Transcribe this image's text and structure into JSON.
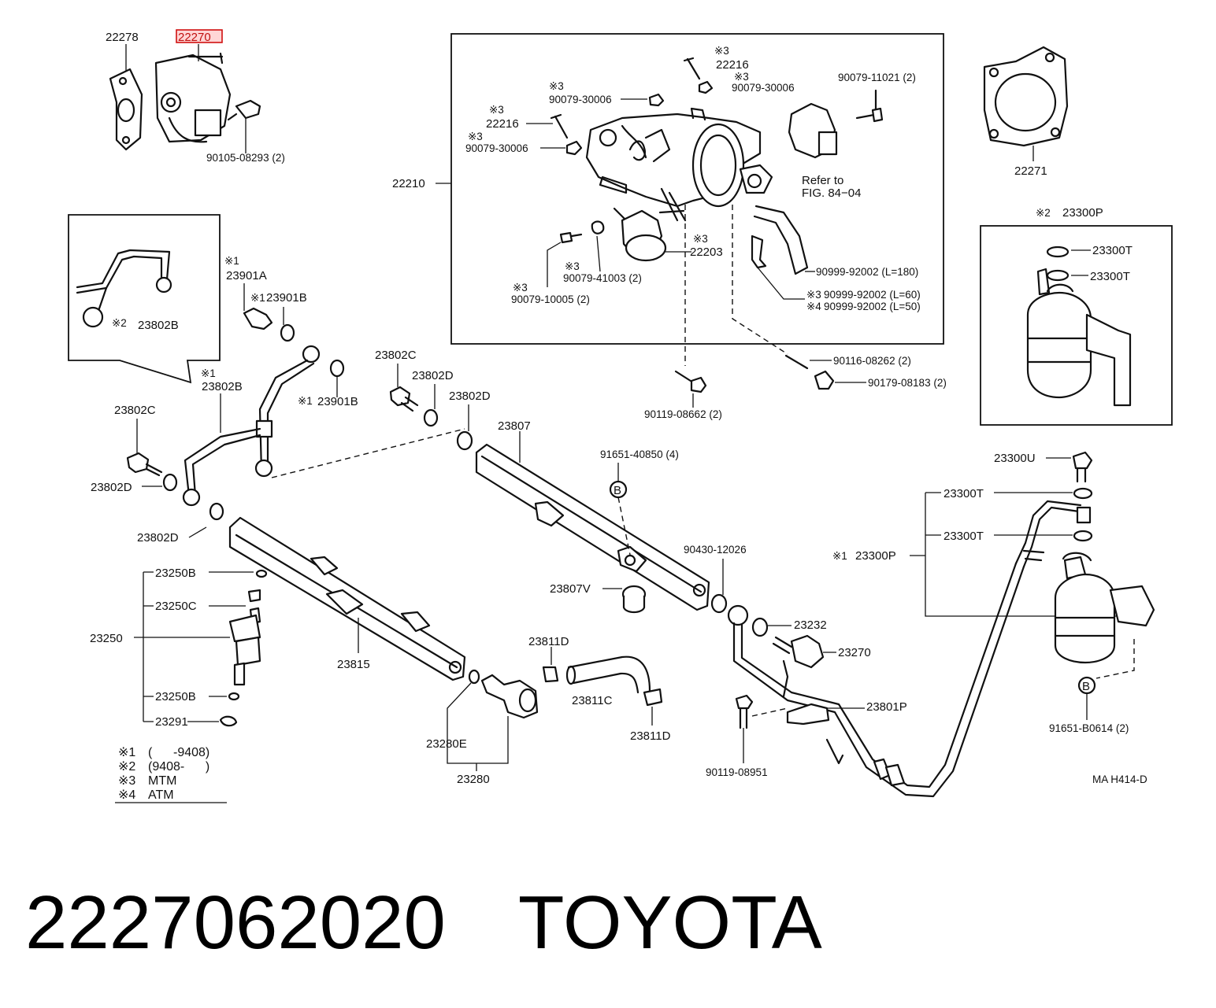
{
  "highlight_color": "#d01010",
  "labels": {
    "p22278": "22278",
    "p22270": "22270",
    "p90105": "90105-08293 (2)",
    "p22210": "22210",
    "p22216a": "22216",
    "p22216a_m": "※3",
    "p90079_30006a": "90079-30006",
    "p90079_30006a_m": "※3",
    "p90079_30006b": "90079-30006",
    "p90079_30006b_m": "※3",
    "p22216b": "22216",
    "p22216b_m": "※3",
    "p90079_30006c": "90079-30006",
    "p90079_30006c_m": "※3",
    "p90079_11021": "90079-11021 (2)",
    "p_refer": "Refer to",
    "p_fig": "FIG. 84−04",
    "p22271": "22271",
    "p22203": "22203",
    "p22203_m": "※3",
    "p90079_41003": "90079-41003 (2)",
    "p90079_41003_m": "※3",
    "p90079_10005": "90079-10005 (2)",
    "p90079_10005_m": "※3",
    "p90999_180": "90999-92002 (L=180)",
    "p90999_60": "90999-92002 (L=60)",
    "p90999_60_m": "※3",
    "p90999_50": "90999-92002 (L=50)",
    "p90999_50_m": "※4",
    "p90116": "90116-08262 (2)",
    "p90179": "90179-08183 (2)",
    "p90119_08662": "90119-08662 (2)",
    "p23300P_top": "23300P",
    "p23300P_top_m": "※2",
    "p23300T_a": "23300T",
    "p23300T_b": "23300T",
    "p23901A": "23901A",
    "p23901A_m": "※1",
    "p23901B_a": "23901B",
    "p23901B_a_m": "※1",
    "p23901B_b": "23901B",
    "p23901B_b_m": "※1",
    "p23802B_inset": "23802B",
    "p23802B_inset_m": "※2",
    "p23802B": "23802B",
    "p23802B_m": "※1",
    "p23802C_a": "23802C",
    "p23802C_b": "23802C",
    "p23802D_a": "23802D",
    "p23802D_b": "23802D",
    "p23802D_c": "23802D",
    "p23802D_d": "23802D",
    "p23807": "23807",
    "p91651_40850": "91651-40850 (4)",
    "p_B1": "B",
    "p_B2": "B",
    "p23300U": "23300U",
    "p23300T_c": "23300T",
    "p23300T_d": "23300T",
    "p23300P_main": "23300P",
    "p23300P_main_m": "※1",
    "p90430": "90430-12026",
    "p23807V": "23807V",
    "p23232": "23232",
    "p23270": "23270",
    "p23801P": "23801P",
    "p90119_08951": "90119-08951",
    "p91651_B0614": "91651-B0614 (2)",
    "p_code": "MA H414-D",
    "p23250B_a": "23250B",
    "p23250C": "23250C",
    "p23250": "23250",
    "p23250B_b": "23250B",
    "p23291": "23291",
    "p23815": "23815",
    "p23811D_a": "23811D",
    "p23811C": "23811C",
    "p23811D_b": "23811D",
    "p23280E": "23280E",
    "p23280": "23280"
  },
  "legend": [
    {
      "mark": "※1",
      "text": "(      -9408)"
    },
    {
      "mark": "※2",
      "text": "(9408-      )"
    },
    {
      "mark": "※3",
      "text": "MTM"
    },
    {
      "mark": "※4",
      "text": "ATM"
    }
  ],
  "footer": {
    "part_number": "2227062020",
    "brand": "TOYOTA"
  }
}
